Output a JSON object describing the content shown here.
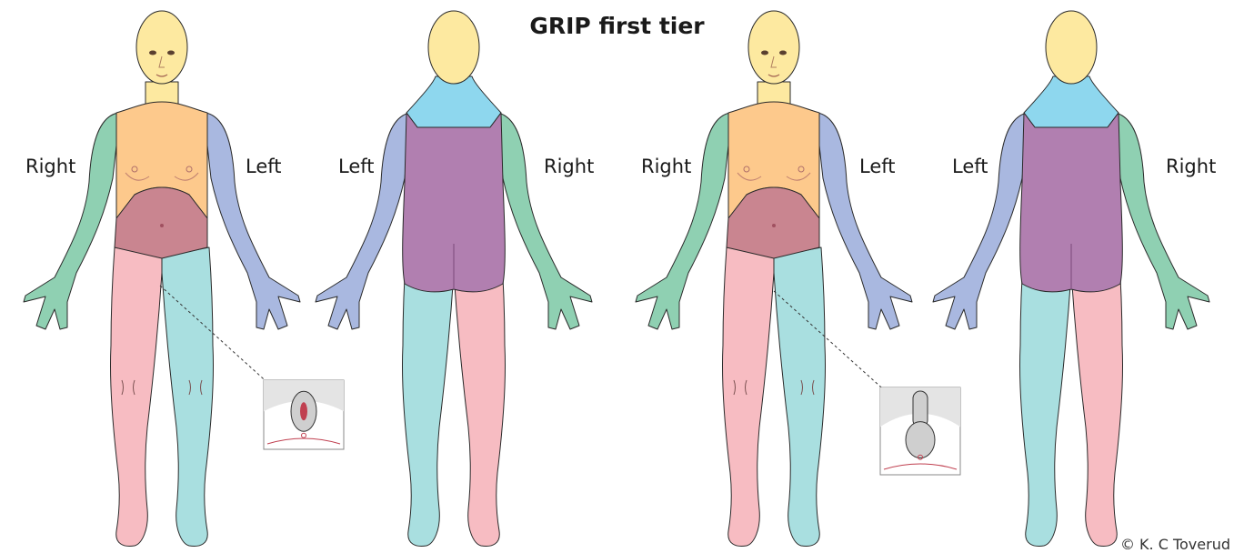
{
  "title": "GRIP first tier",
  "credit": "© K. C Toverud",
  "figures": [
    {
      "view": "female-front",
      "label_a": "Right",
      "label_b": "Left"
    },
    {
      "view": "female-back",
      "label_a": "Left",
      "label_b": "Right"
    },
    {
      "view": "male-front",
      "label_a": "Right",
      "label_b": "Left"
    },
    {
      "view": "male-back",
      "label_a": "Left",
      "label_b": "Right"
    }
  ],
  "colors": {
    "skin": "#fde9a0",
    "chest": "#fdc98c",
    "abdomen": "#c98590",
    "neck_back": "#8ed7ee",
    "back": "#b17fb0",
    "arm_right": "#8fd0b2",
    "arm_left": "#a9b8e0",
    "leg_right": "#f7bcc2",
    "leg_left": "#a9dfe0",
    "outline": "#2a2a2a",
    "inset_bg": "#e4e4e4"
  }
}
